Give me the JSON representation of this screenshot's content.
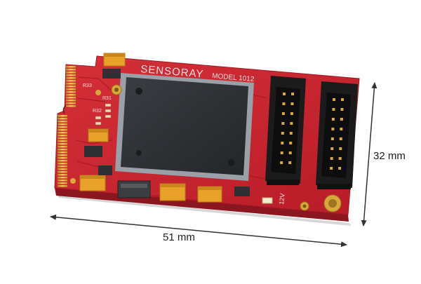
{
  "photo": {
    "subject": "pcb-board-photo",
    "board": {
      "brand_text": "SENSORAY",
      "model_text": "MODEL 1012",
      "silkscreen_labels": [
        "R31",
        "R32",
        "R33",
        "12V"
      ],
      "pcb_color": "#c9222f",
      "pcb_edge_color": "#8c1620",
      "chip_color": "#2b2e33",
      "gold_color": "#d8a83a",
      "tantalum_color": "#e8a22a",
      "connector_color": "#1b1b1b"
    }
  },
  "dimensions": {
    "width_label": "51 mm",
    "height_label": "32 mm",
    "arrow_color": "#333333"
  }
}
